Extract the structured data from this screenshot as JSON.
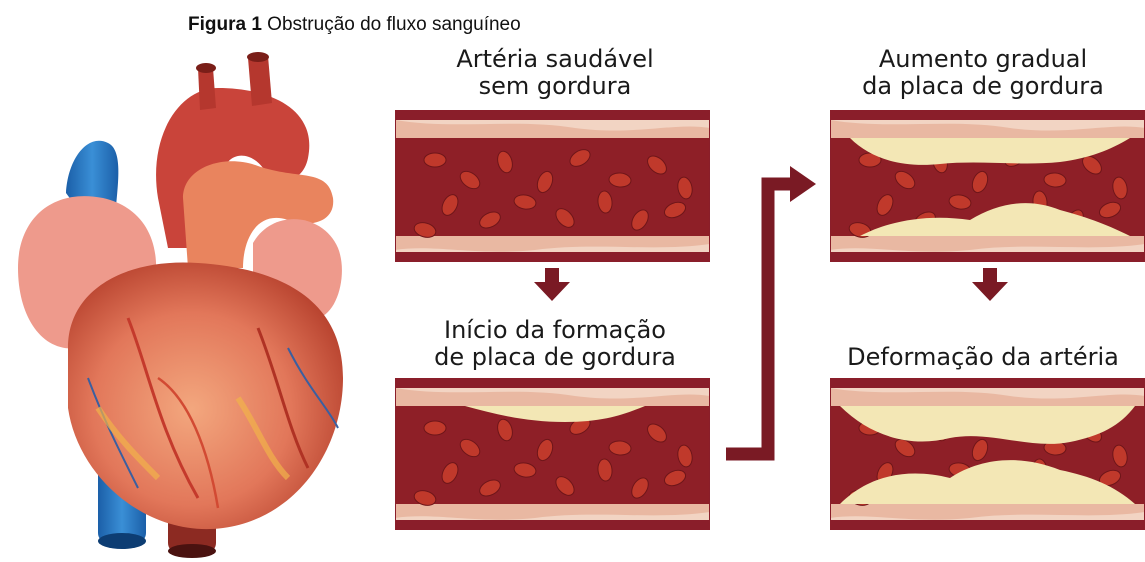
{
  "figure": {
    "caption_bold": "Figura 1",
    "caption_text": " Obstrução do fluxo sanguíneo"
  },
  "stages": [
    {
      "title_line1": "Artéria saudável",
      "title_line2": "sem gordura",
      "plaque": "none"
    },
    {
      "title_line1": "Início da formação",
      "title_line2": "de placa de gordura",
      "plaque": "small"
    },
    {
      "title_line1": "Aumento gradual",
      "title_line2": "da placa de gordura",
      "plaque": "medium"
    },
    {
      "title_line1": "Deformação da artéria",
      "title_line2": "",
      "plaque": "large"
    }
  ],
  "colors": {
    "arrow": "#7a1a24",
    "vessel_wall": "#8a1e2a",
    "blood": "#8e1f27",
    "plaque": "#f3e7b5",
    "cell": "#c0392b"
  }
}
